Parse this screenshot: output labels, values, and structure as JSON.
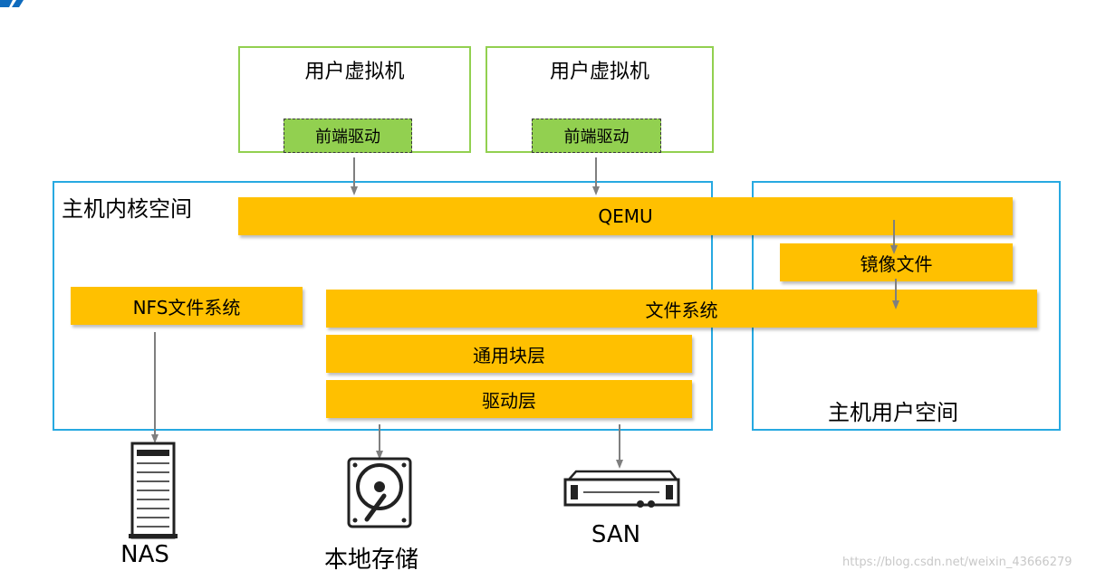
{
  "vms": [
    {
      "title": "用户虚拟机",
      "frontend": "前端驱动"
    },
    {
      "title": "用户虚拟机",
      "frontend": "前端驱动"
    }
  ],
  "kernel_space": {
    "label": "主机内核空间"
  },
  "user_space": {
    "label": "主机用户空间"
  },
  "bars": {
    "qemu": "QEMU",
    "image_file": "镜像文件",
    "nfs": "NFS文件系统",
    "filesystem": "文件系统",
    "generic_block": "通用块层",
    "driver": "驱动层"
  },
  "devices": {
    "nas": "NAS",
    "local": "本地存储",
    "san": "SAN"
  },
  "watermark": "https://blog.csdn.net/weixin_43666279",
  "colors": {
    "vm_border": "#92d050",
    "frontend_fill": "#92d050",
    "space_border": "#27a9e1",
    "bar_fill": "#ffc000",
    "arrow": "#7f7f7f",
    "corner_accent": "#0f6bbd"
  }
}
